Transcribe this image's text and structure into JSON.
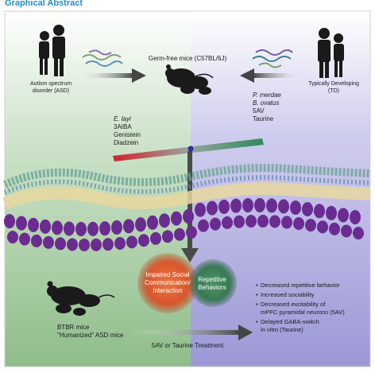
{
  "header": {
    "title": "Graphical Abstract"
  },
  "colors": {
    "left_panel": "#9fc79a",
    "right_panel": "#a9a6dc",
    "header_text": "#1f8fc9",
    "circle_left": "#d9572e",
    "circle_right": "#3b7a54",
    "gradient_red": "#d2232a",
    "gradient_green": "#2e8b57",
    "cell": "#6b2c91"
  },
  "labels": {
    "asd_line1": "Autism spectrum",
    "asd_line2": "disorder (ASD)",
    "germ_free": "Germ-free mice (C57BL/6J)",
    "td_line1": "Typically Developing",
    "td_line2": "(TD)",
    "left_metabolites": [
      "E. layi",
      "3AIBA",
      "Genistein",
      "Diadzein"
    ],
    "right_metabolites": [
      "P. merdae",
      "B. ovatus",
      "5AV",
      "Taurine"
    ],
    "circle_left_line1": "Impaired Social",
    "circle_left_line2": "Communication/",
    "circle_left_line3": "Interaction",
    "circle_right_line1": "Repetitive",
    "circle_right_line2": "Behaviors",
    "btbr_line1": "BTBR mice",
    "btbr_line2": "\"Humanized\" ASD mice",
    "treatment": "5AV or Taurine Treatment"
  },
  "outcomes": [
    "Decreased repetitive behavior",
    "Increased sociability",
    "Decreased excitability of",
    "mPFC pyramidal neurons (5AV)",
    "Delayed GABA-switch",
    "in vitro (Taurine)"
  ]
}
